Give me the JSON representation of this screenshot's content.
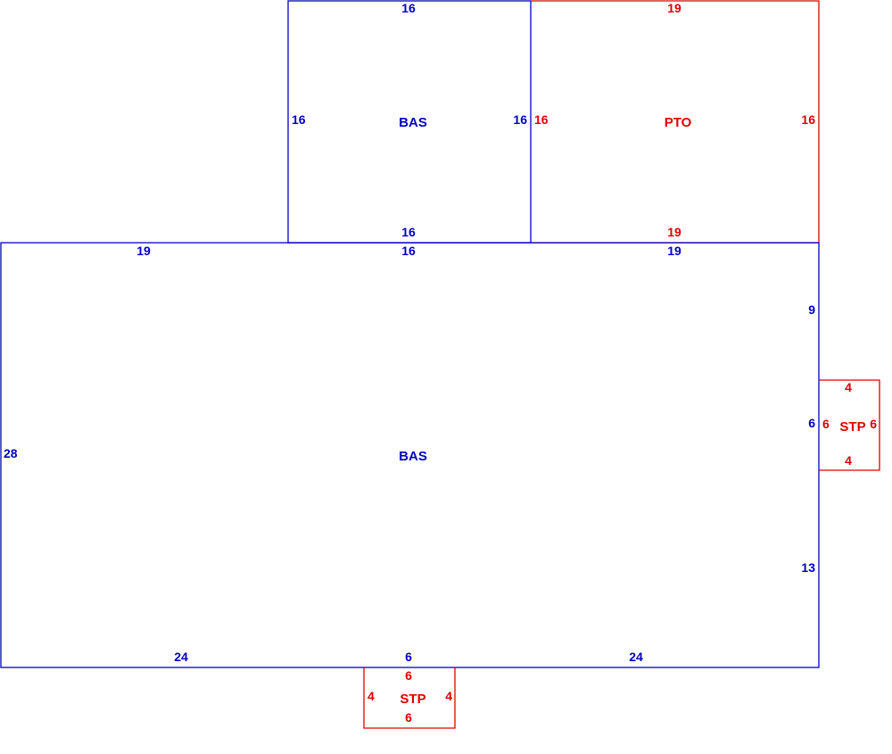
{
  "colors": {
    "bas": "#0000c0",
    "addition": "#dd0000"
  },
  "areas": {
    "bas_upper": {
      "code": "BAS",
      "top": "16",
      "left": "16",
      "right": "16",
      "bottom": "16"
    },
    "pto": {
      "code": "PTO",
      "top": "19",
      "left": "16",
      "right": "16",
      "bottom": "19"
    },
    "bas_main": {
      "code": "BAS",
      "top_left": "19",
      "top_mid": "16",
      "top_right": "19",
      "left": "28",
      "right_upper": "9",
      "right_mid": "6",
      "right_lower": "13",
      "bottom_left": "24",
      "bottom_mid": "6",
      "bottom_right": "24"
    },
    "stp_right": {
      "code": "STP",
      "top": "4",
      "left": "6",
      "right": "6",
      "bottom": "4"
    },
    "stp_bottom": {
      "code": "STP",
      "top": "6",
      "left": "4",
      "right": "4",
      "bottom": "6"
    }
  }
}
